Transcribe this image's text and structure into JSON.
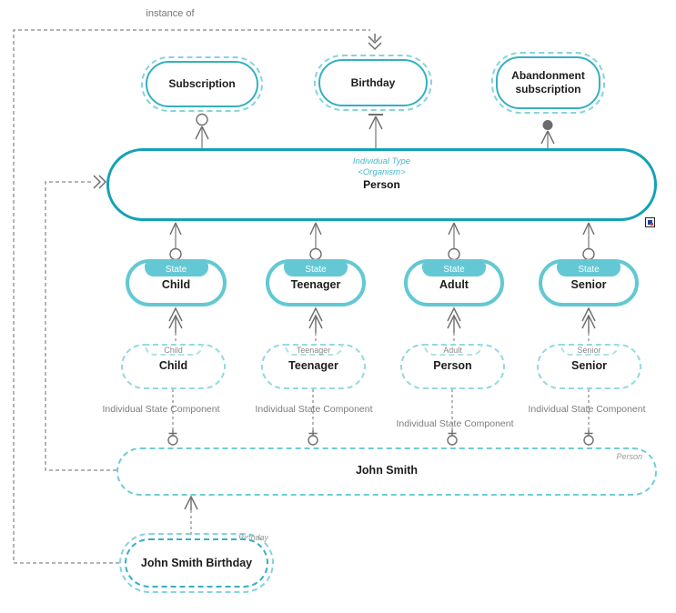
{
  "labels": {
    "instance_of": "instance of"
  },
  "event_types": [
    {
      "name": "Subscription"
    },
    {
      "name": "Birthday"
    },
    {
      "name": "Abandonment subscription"
    }
  ],
  "person": {
    "category": "Individual Type",
    "stereotype": "<Organism>",
    "name": "Person"
  },
  "states": [
    {
      "badge": "State",
      "name": "Child"
    },
    {
      "badge": "State",
      "name": "Teenager"
    },
    {
      "badge": "State",
      "name": "Adult"
    },
    {
      "badge": "State",
      "name": "Senior"
    }
  ],
  "components": [
    {
      "tag": "Child",
      "name": "Child",
      "caption": "Individual State Component"
    },
    {
      "tag": "Teenager",
      "name": "Teenager",
      "caption": "Individual State Component"
    },
    {
      "tag": "Adult",
      "name": "Person",
      "caption": "Individual State Component"
    },
    {
      "tag": "Senior",
      "name": "Senior",
      "caption": "Individual State Component"
    }
  ],
  "individual": {
    "name": "John Smith",
    "tag": "Person"
  },
  "birthday_event": {
    "name": "John Smith Birthday",
    "tag": "Birthday"
  },
  "colors": {
    "person_border": "#13a1b6",
    "state_teal": "#63c8d4",
    "class_teal": "#35b0c3",
    "dashed_teal": "#8ad6df",
    "connector_gray": "#9b9b9b",
    "label_gray": "#7d7d7d"
  }
}
